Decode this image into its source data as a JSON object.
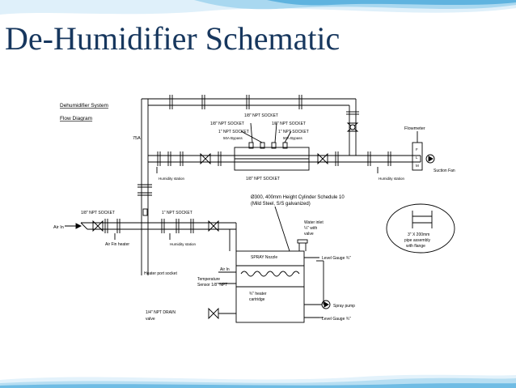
{
  "slide": {
    "title": "De-Humidifier Schematic"
  },
  "theme": {
    "title_color": "#17375e",
    "wave_light": "#cfe8f6",
    "wave_mid": "#7cc3e8",
    "line_color": "#000000"
  },
  "diagram": {
    "heading": "Dehumidifier System",
    "subheading": "Flow Diagram",
    "pipe_size": "75A",
    "labels": {
      "socket_1_8_top": "1/8\" NPT SOCKET",
      "socket_1_8_left": "1/8\" NPT SOCKET",
      "socket_1_8_right": "1/8\" NPT SOCKET",
      "socket_1_left": "1\" NPT SOCKET",
      "socket_1_right": "1\" NPT SOCKET",
      "bypass_left": "50A Bypass",
      "bypass_right": "50A Bypass",
      "socket_1_8_center": "1/8\" NPT SOCKET",
      "flowmeter": "Flowmeter",
      "flowmeter_letters": [
        "F",
        "L",
        "M"
      ],
      "humidity_station_1": "Humidity station",
      "humidity_station_2": "Humidity station",
      "humidity_station_3": "Humidity station",
      "suction_fan": "Suction Fan",
      "socket_1_8_lower": "1/8\" NPT SOCKET",
      "socket_1_lower": "1\" NPT SOCKET",
      "air_in": "Air In",
      "air_fin_heater": "Air Fin heater",
      "cylinder_line1": "Ø300, 400mm Height Cylinder Schedule 10",
      "cylinder_line2": "(Mild Steel, S/S galvanized)",
      "water_inlet_line1": "Water inlet",
      "water_inlet_line2": "¼\" with",
      "water_inlet_line3": "valve",
      "spray_nozzle": "SPRAY Nozzle",
      "level_gauge_top": "Level Gauge ¾\"",
      "air_in_tank": "Air In",
      "heater_port_socket": "Heater port socket",
      "temp_sensor_line1": "Temperature",
      "temp_sensor_line2": "Sensor 1/8\" NPT",
      "heater_cartridge_line1": "¾\" heater",
      "heater_cartridge_line2": "cartridge",
      "spray_pump": "Spray pump",
      "drain_line1": "1/4\" NPT DRAIN",
      "drain_line2": "valve",
      "level_gauge_bottom": "Level Gauge ¾\"",
      "pipe_assembly_line1": "3\" X 200mm",
      "pipe_assembly_line2": "pipe assembly",
      "pipe_assembly_line3": "with flange"
    }
  }
}
